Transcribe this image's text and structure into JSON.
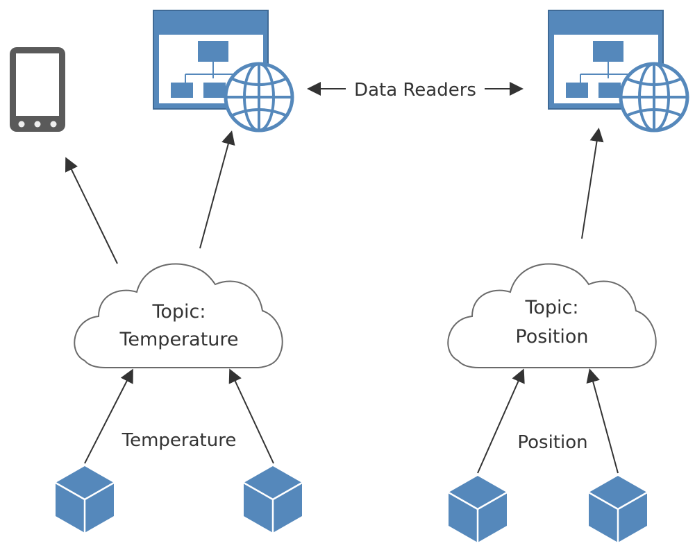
{
  "colors": {
    "blue": "#5588bb",
    "blue_dark": "#3f6a96",
    "gray_device": "#5a5a5a",
    "ink": "#333333",
    "cloud_stroke": "#6a6a6a"
  },
  "center_label": "Data Readers",
  "devices": {
    "mobile": {
      "icon": "mobile-phone-icon"
    },
    "web_app_left": {
      "icon": "web-app-globe-icon"
    },
    "web_app_right": {
      "icon": "web-app-globe-icon"
    }
  },
  "topics": [
    {
      "id": "temperature",
      "line1": "Topic:",
      "line2": "Temperature",
      "publisher_label": "Temperature"
    },
    {
      "id": "position",
      "line1": "Topic:",
      "line2": "Position",
      "publisher_label": "Position"
    }
  ],
  "publishers": [
    {
      "icon": "cube-icon",
      "topic": "temperature"
    },
    {
      "icon": "cube-icon",
      "topic": "temperature"
    },
    {
      "icon": "cube-icon",
      "topic": "position"
    },
    {
      "icon": "cube-icon",
      "topic": "position"
    }
  ]
}
